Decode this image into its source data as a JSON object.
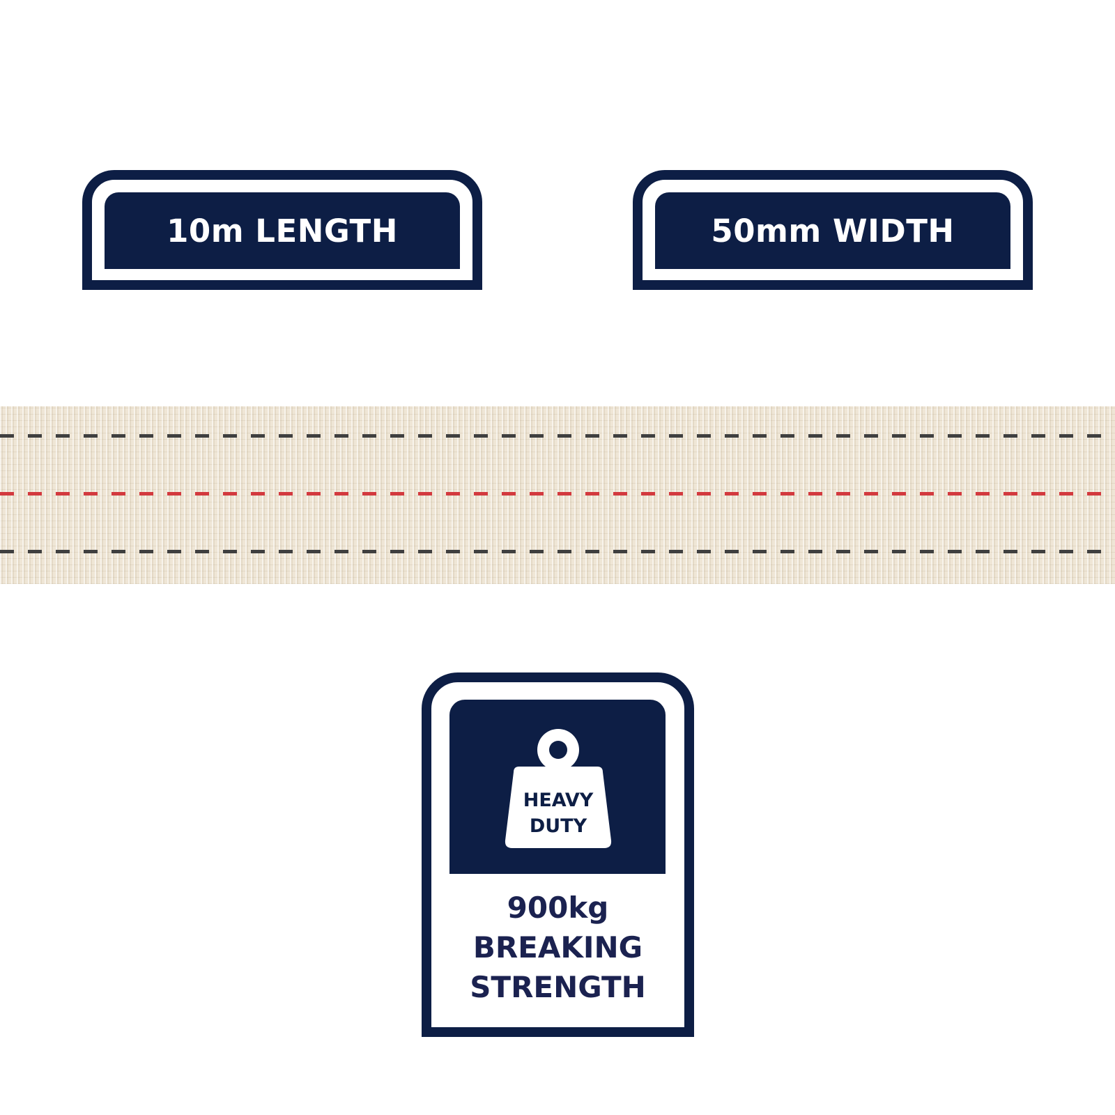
{
  "badges": {
    "length_label": "10m LENGTH",
    "width_label": "50mm WIDTH"
  },
  "card": {
    "icon": "weight-icon",
    "icon_text_line1": "HEAVY",
    "icon_text_line2": "DUTY",
    "strength_value": "900kg",
    "strength_line2": "BREAKING",
    "strength_line3": "STRENGTH"
  },
  "colors": {
    "navy": "#0d1e45",
    "text_navy": "#1b2250",
    "strap": "#efe6d6",
    "stitch_dark": "#3f3f3f",
    "stitch_red": "#d3393e"
  }
}
